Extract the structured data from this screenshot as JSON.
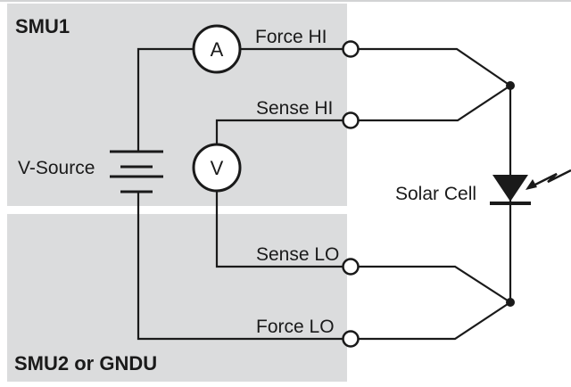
{
  "diagram": {
    "smu1": {
      "label": "SMU1"
    },
    "smu2": {
      "label": "SMU2 or GNDU"
    },
    "source": {
      "label": "V-Source"
    },
    "meters": {
      "ammeter": "A",
      "voltmeter": "V"
    },
    "terminals": {
      "force_hi": "Force HI",
      "sense_hi": "Sense HI",
      "sense_lo": "Sense LO",
      "force_lo": "Force LO"
    },
    "device": {
      "label": "Solar Cell"
    },
    "colors": {
      "box_fill": "#dbdcdd",
      "wire": "#1a1a1a",
      "background": "#ffffff"
    }
  }
}
